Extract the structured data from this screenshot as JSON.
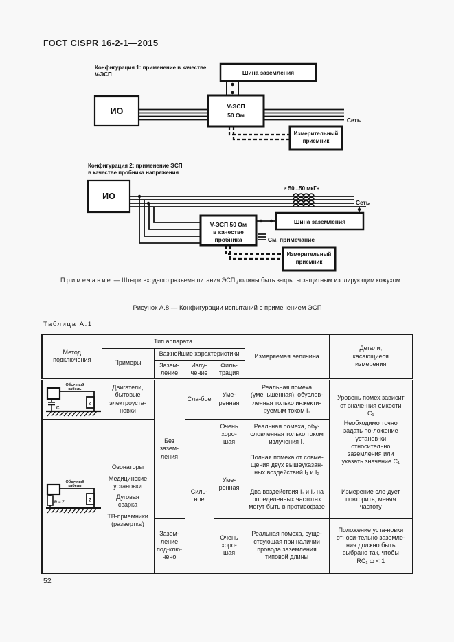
{
  "colors": {
    "page_bg": "#f8f8f8",
    "ink": "#1c1c1c"
  },
  "page": {
    "header_title": "ГОСТ CISPR 16-2-1—2015",
    "page_number": "52"
  },
  "figure": {
    "config1": {
      "label_line1": "Конфигурация 1: применение в качестве",
      "label_line2": "V-ЭСП",
      "eut": "ИО",
      "esp_line1": "V-ЭСП",
      "esp_line2": "50 Ом",
      "ground_bus": "Шина заземления",
      "mains": "Сеть",
      "receiver_line1": "Измерительный",
      "receiver_line2": "приемник"
    },
    "config2": {
      "label_line1": "Конфигурация 2: применение ЭСП",
      "label_line2": "в качестве пробника напряжения",
      "eut": "ИО",
      "inductance": "≥ 50...50 мкГн",
      "mains": "Сеть",
      "esp_line1": "V-ЭСП 50 Ом",
      "esp_line2": "в качестве",
      "esp_line3": "пробника",
      "ground_bus": "Шина заземления",
      "see_note": "См. примечание",
      "receiver_line1": "Измерительный",
      "receiver_line2": "приемник"
    },
    "note_label": "Примечание",
    "note_text": "— Штыри входного разъема питания ЭСП должны быть закрыты защитным изолирующим кожухом.",
    "caption": "Рисунок А.8 — Конфигурации испытаний с применением ЭСП"
  },
  "table": {
    "title": "Таблица А.1",
    "headers": {
      "method": "Метод подключения",
      "device_type": "Тип аппарата",
      "examples": "Примеры",
      "characteristics": "Важнейшие характеристики",
      "grounding": "Зазем-ление",
      "radiation": "Излу-чение",
      "filtering": "Филь-трация",
      "measured": "Измеряемая величина",
      "details": "Детали, касающиеся измерения"
    },
    "icons": {
      "cable_l1": "Обычный",
      "cable_l2": "кабель",
      "cap": "C₁",
      "z": "Z",
      "rz": "R = Z"
    },
    "rows": {
      "examples1": "Двигатели, бытовые электроуста-новки",
      "examples2": [
        "Озонаторы",
        "Медицинские установки",
        "Дуговая сварка",
        "ТВ-приемники (развертка)"
      ],
      "grounding_1_4": "Без зазем-ления",
      "grounding_5": "Зазем-ление под-клю-чено",
      "radiation_1": "Сла-бое",
      "radiation_2_5": "Силь-ное",
      "filtering_1": "Уме-ренная",
      "filtering_2": "Очень хоро-шая",
      "filtering_3_4": "Уме-ренная",
      "filtering_5": "Очень хоро-шая",
      "measured_1": "Реальная помеха (уменьшенная), обуслов-ленная только инжекти-руемым током I₁",
      "measured_2": "Реальная помеха, обу-словленная только током излучения I₂",
      "measured_3": "Полная помеха от совме-щения двух вышеуказан-ных воздействий I₁ и I₂",
      "measured_4": "Два воздействия I₁ и I₂ на определенных частотах могут быть в противофазе",
      "measured_5": "Реальная помеха, суще-ствующая при наличии провода заземления типовой длины",
      "details_1_3": [
        "Уровень помех зависит от значе-ния емкости C₁",
        "Необходимо точно задать по-ложение установ-ки относительно заземления или указать значение C₁"
      ],
      "details_4": "Измерение сле-дует повторить, меняя частоту",
      "details_5": "Положение уста-новки относи-тельно заземле-ния должно быть выбрано так, чтобы RC₁ ω < 1"
    }
  }
}
